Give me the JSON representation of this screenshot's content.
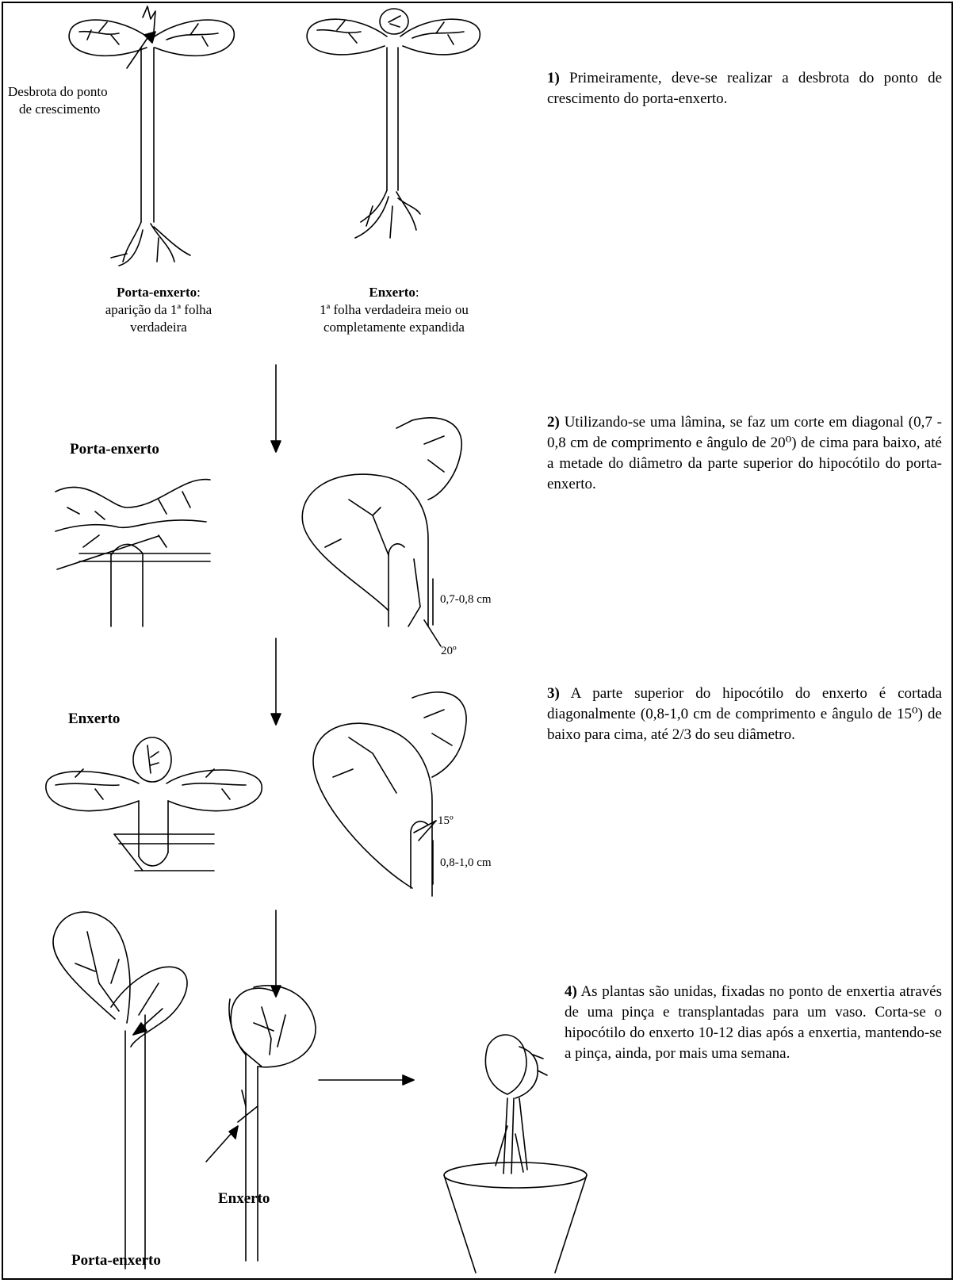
{
  "top": {
    "annotation_desbrota": [
      "Desbrota do ponto",
      "de crescimento"
    ],
    "rootstock_caption": {
      "title": "Porta-enxerto",
      "line1": "aparição da 1ª folha",
      "line2": "verdadeira"
    },
    "scion_caption": {
      "title": "Enxerto",
      "line1": "1ª folha verdadeira meio ou",
      "line2": "completamente expandida"
    }
  },
  "steps": [
    {
      "num": "1)",
      "text": "Primeiramente, deve-se realizar a desbrota do ponto de crescimento do porta-enxerto."
    },
    {
      "num": "2)",
      "text": "Utilizando-se uma lâmina, se faz um corte em diagonal (0,7 - 0,8 cm de comprimento e ângulo de 20⁰) de cima para baixo, até a metade do diâmetro da parte superior do hipocótilo do porta-enxerto."
    },
    {
      "num": "3)",
      "text": "A parte superior do hipocótilo do enxerto é cortada diagonalmente (0,8-1,0 cm de comprimento e ângulo de 15⁰) de baixo para cima, até 2/3 do seu diâmetro."
    },
    {
      "num": "4)",
      "text": "As plantas são unidas, fixadas no ponto de enxertia através de uma pinça e transplantadas para um vaso. Corta-se o hipocótilo do enxerto 10-12 dias após a enxertia, mantendo-se a pinça, ainda, por mais uma semana."
    }
  ],
  "labels": {
    "step2_title": "Porta-enxerto",
    "step3_title": "Enxerto",
    "step2_length": "0,7-0,8 cm",
    "step2_angle": "20º",
    "step3_angle": "15º",
    "step3_length": "0,8-1,0 cm",
    "bottom_scion": "Enxerto",
    "bottom_rootstock": "Porta-enxerto"
  }
}
